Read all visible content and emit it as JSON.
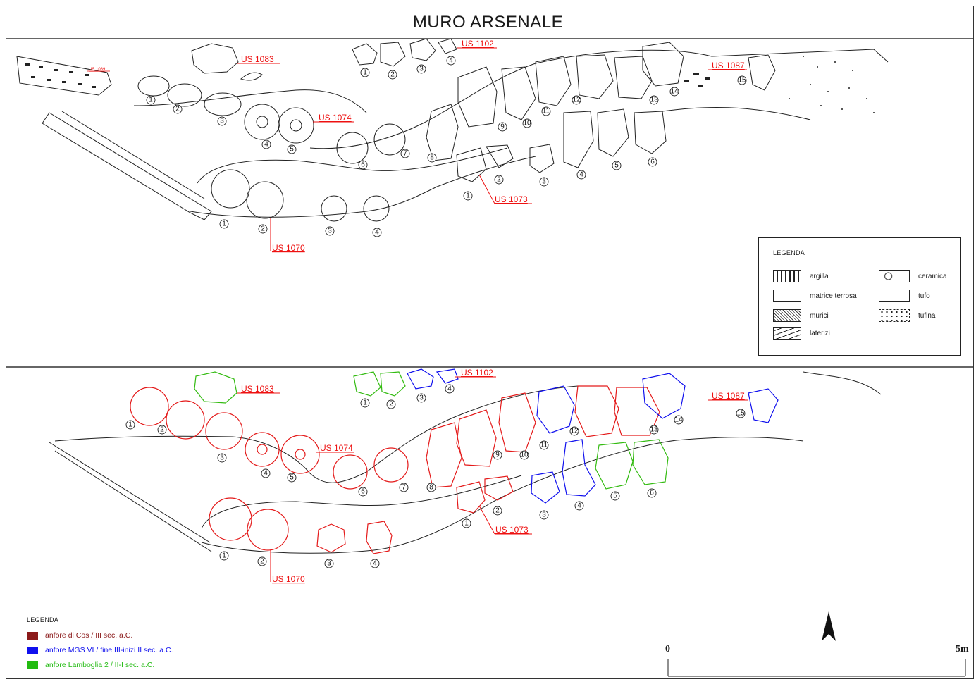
{
  "title": "MURO ARSENALE",
  "top_panel": {
    "labels": {
      "us1089": "US 1089",
      "us1083": "US 1083",
      "us1102": "US 1102",
      "us1087": "US 1087",
      "us1074": "US 1074",
      "us1073": "US 1073",
      "us1070": "US 1070"
    }
  },
  "bottom_panel": {
    "labels": {
      "us1083": "US 1083",
      "us1102": "US 1102",
      "us1087": "US 1087",
      "us1074": "US 1074",
      "us1073": "US 1073",
      "us1070": "US 1070"
    }
  },
  "materials_legend": {
    "title": "LEGENDA",
    "items": [
      "argilla",
      "matrice terrosa",
      "murici",
      "laterizi",
      "ceramica",
      "tufo",
      "tufina"
    ]
  },
  "colors_legend": {
    "title": "LEGENDA",
    "items": [
      {
        "label": "anfore di Cos /  III sec. a.C.",
        "color": "#8b1a1a"
      },
      {
        "label": "anfore MGS VI / fine III-inizi II sec. a.C.",
        "color": "#1010ee"
      },
      {
        "label": "anfore Lamboglia 2 / II-I sec. a.C.",
        "color": "#22bb11"
      }
    ]
  },
  "scale": {
    "start": "0",
    "end": "5m"
  },
  "colors": {
    "cos": "#e41a1a",
    "mgs": "#1010ee",
    "lamboglia": "#33bb11",
    "labels": "#e11111"
  }
}
